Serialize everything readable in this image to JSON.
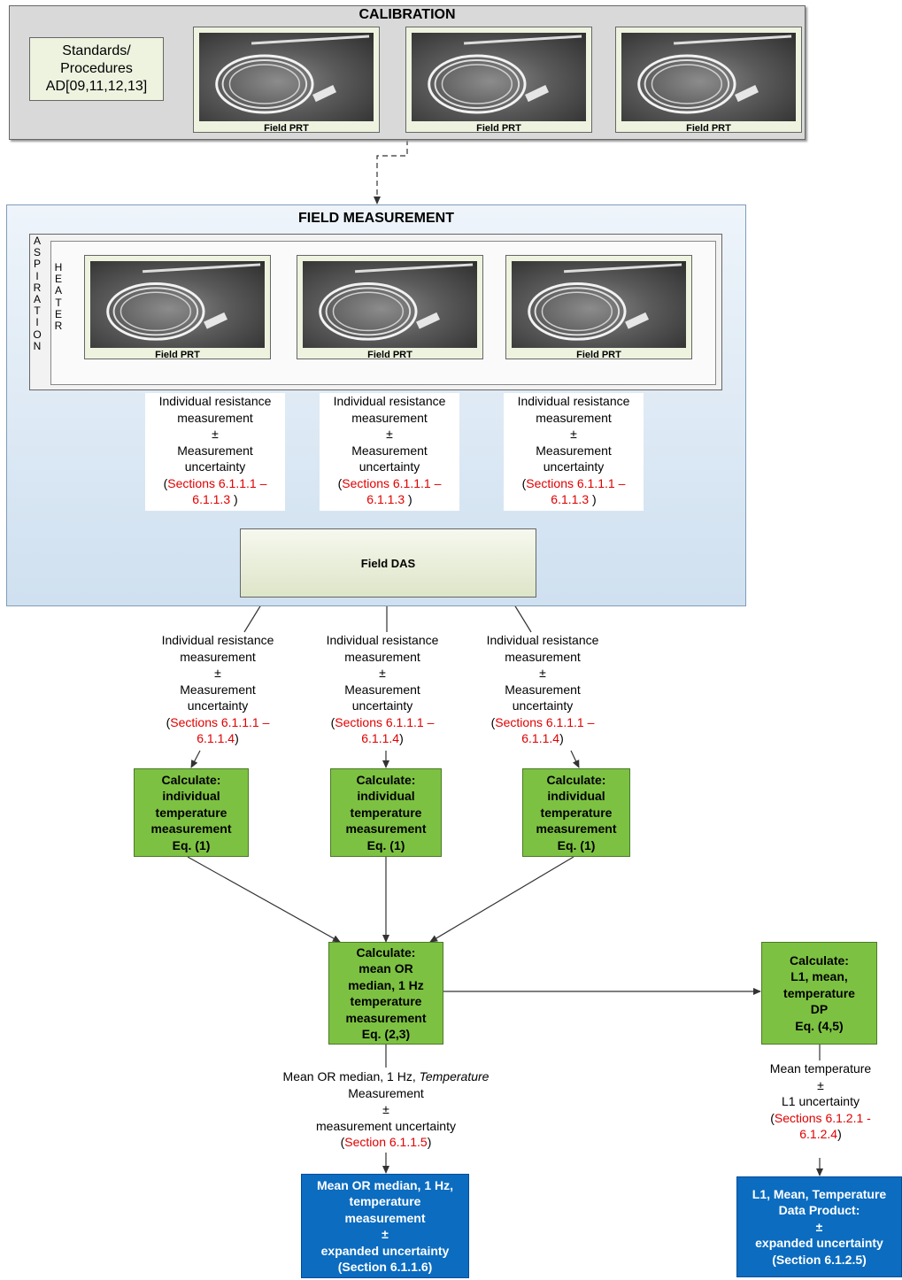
{
  "calibration": {
    "title": "CALIBRATION",
    "standards_lines": [
      "Standards/",
      "Procedures",
      "AD[09,11,12,13]"
    ],
    "prt_caption": "Field PRT"
  },
  "field": {
    "title": "FIELD MEASUREMENT",
    "aspiration_letters": [
      "A",
      "S",
      "P",
      "I",
      "R",
      "A",
      "T",
      "I",
      "O",
      "N"
    ],
    "heater_letters": [
      "H",
      "E",
      "A",
      "T",
      "E",
      "R"
    ],
    "prt_caption": "Field PRT",
    "das_label": "Field DAS"
  },
  "resistance_label_top": {
    "lines": [
      "Individual resistance",
      "measurement",
      "±",
      "Measurement",
      "uncertainty"
    ],
    "sections_open": "(",
    "sections_red_1": "Sections 6.1.1.1 –",
    "sections_red_2": "6.1.1.3",
    "sections_close": " )"
  },
  "resistance_label_bottom": {
    "lines": [
      "Individual resistance",
      "measurement",
      "±",
      "Measurement",
      "uncertainty"
    ],
    "sections_open": "(",
    "sections_red_1": "Sections 6.1.1.1 –",
    "sections_red_2": "6.1.1.4",
    "sections_close": ")"
  },
  "calc_individual": [
    "Calculate:",
    "individual",
    "temperature",
    "measurement",
    "Eq. (1)"
  ],
  "calc_mean": [
    "Calculate:",
    "mean OR",
    "median, 1 Hz",
    "temperature",
    "measurement",
    "Eq. (2,3)"
  ],
  "calc_l1": [
    "Calculate:",
    "L1, mean,",
    "temperature",
    "DP",
    "Eq. (4,5)"
  ],
  "mean_label": {
    "line1_plain": "Mean OR median, 1 Hz, ",
    "line1_italic": "Temperature",
    "line2": "Measurement",
    "line3": "±",
    "line4": "measurement uncertainty",
    "open": "(",
    "red": "Section 6.1.1.5",
    "close": ")"
  },
  "l1_label": {
    "line1": "Mean temperature",
    "line2": "±",
    "line3": "L1  uncertainty",
    "open": "(",
    "red1": "Sections 6.1.2.1 -",
    "red2": "6.1.2.4",
    "close": ")"
  },
  "output_mean": [
    "Mean OR median, 1 Hz,",
    "temperature",
    "measurement",
    "±",
    "expanded uncertainty",
    "(Section 6.1.1.6)"
  ],
  "output_l1": [
    "L1, Mean, Temperature",
    "Data Product:",
    "±",
    "expanded uncertainty",
    "(Section 6.1.2.5)"
  ]
}
